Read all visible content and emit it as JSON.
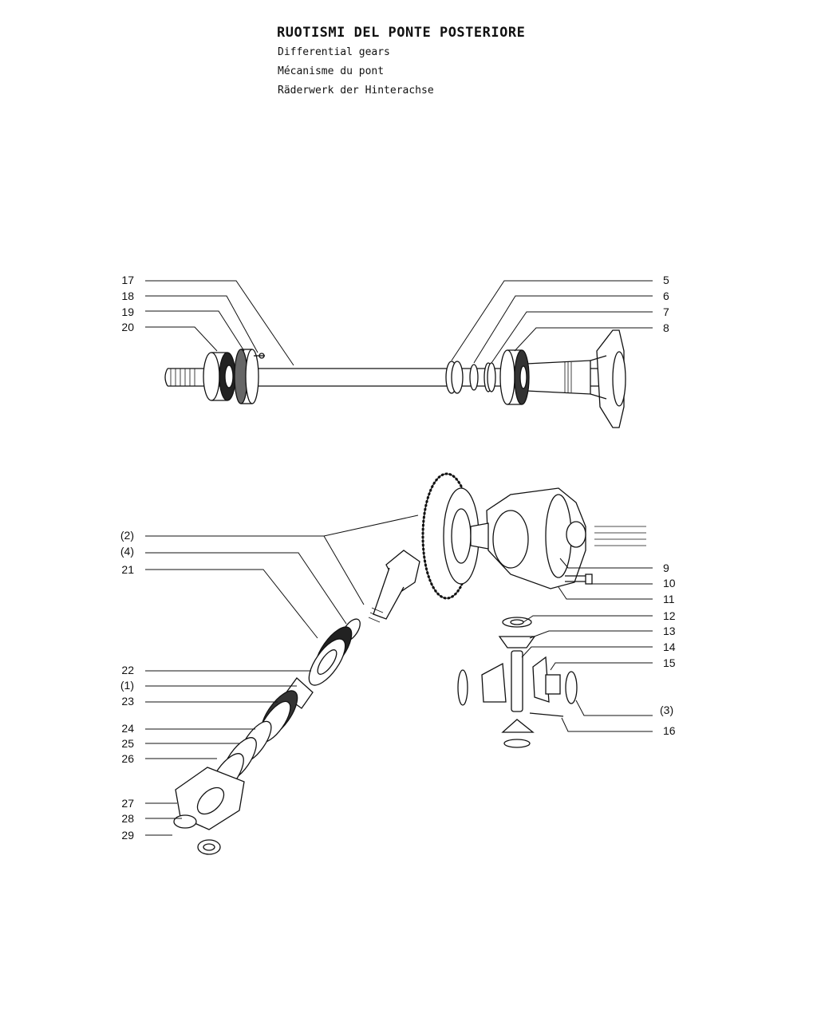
{
  "header": {
    "title": "RUOTISMI DEL PONTE POSTERIORE",
    "subtitle_en": "Differential gears",
    "subtitle_fr": "Mécanisme du pont",
    "subtitle_de": "Räderwerk der Hinterachse"
  },
  "callouts": {
    "c17": "17",
    "c18": "18",
    "c19": "19",
    "c20": "20",
    "c5": "5",
    "c6": "6",
    "c7": "7",
    "c8": "8",
    "c2": "(2)",
    "c4": "(4)",
    "c21": "21",
    "c22": "22",
    "c1": "(1)",
    "c23": "23",
    "c24": "24",
    "c25": "25",
    "c26": "26",
    "c27": "27",
    "c28": "28",
    "c29": "29",
    "c9": "9",
    "c10": "10",
    "c11": "11",
    "c12": "12",
    "c13": "13",
    "c14": "14",
    "c15": "15",
    "c3": "(3)",
    "c16": "16"
  }
}
